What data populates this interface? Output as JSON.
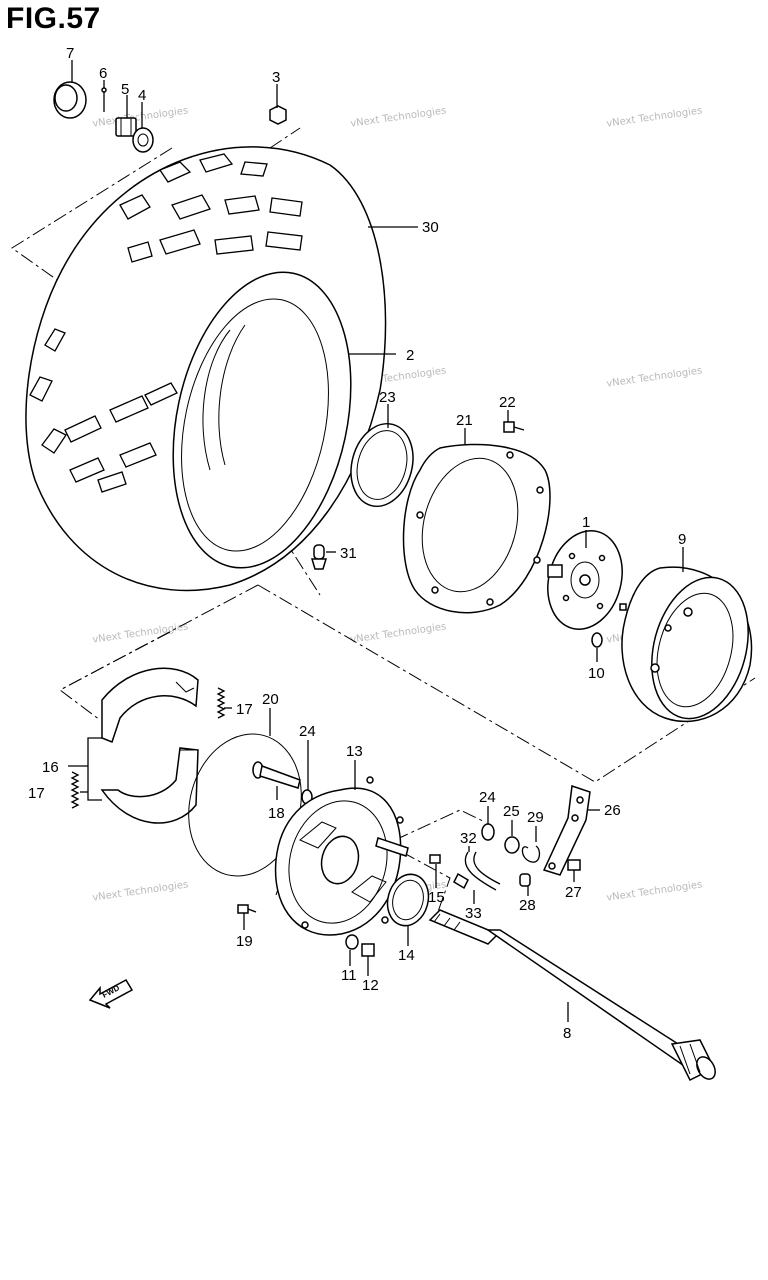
{
  "title": "FIG.57",
  "watermark": "vNext Technologies",
  "fwd_label": "FWD",
  "part_numbers": [
    "1",
    "2",
    "3",
    "4",
    "5",
    "6",
    "7",
    "8",
    "9",
    "10",
    "11",
    "12",
    "13",
    "14",
    "15",
    "16",
    "17",
    "18",
    "19",
    "20",
    "21",
    "22",
    "23",
    "24",
    "25",
    "26",
    "27",
    "28",
    "29",
    "30",
    "31",
    "32",
    "33"
  ]
}
